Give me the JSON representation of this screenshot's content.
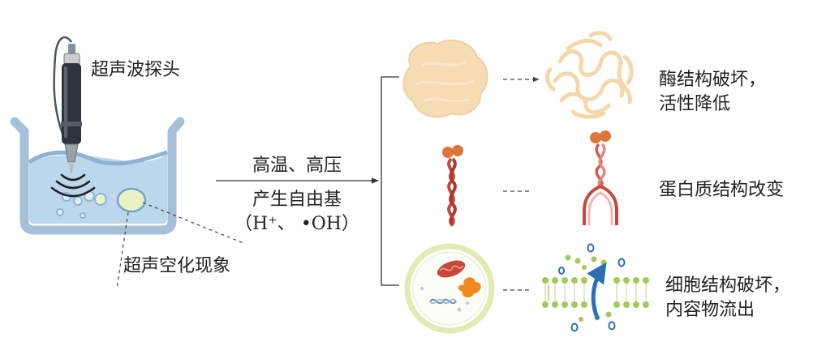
{
  "labels": {
    "probe": "超声波探头",
    "cavitation": "超声空化现象",
    "condition_top": "高温、高压",
    "condition_bottom": "产生自由基",
    "condition_radicals": "（H⁺、 •OH）",
    "result_enzyme_line1": "酶结构破坏，",
    "result_enzyme_line2": "活性降低",
    "result_protein": "蛋白质结构改变",
    "result_cell_line1": "细胞结构破坏，",
    "result_cell_line2": "内容物流出"
  },
  "colors": {
    "tank": "#a9c3db",
    "water": "#b4d0e8",
    "probe_body": "#2e353f",
    "enzyme": "#f6dcb4",
    "protein": "#c8473d",
    "protein_head": "#e0743a",
    "cell_ring": "#e3eab3",
    "membrane": "#a6c85b",
    "arrow_blue": "#2c6fb2"
  }
}
